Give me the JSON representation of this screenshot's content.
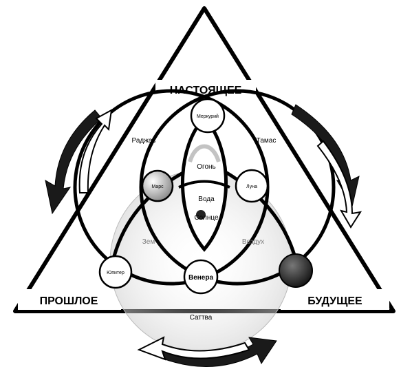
{
  "corners": {
    "top": "НАСТОЯЩЕЕ",
    "left": "ПРОШЛОЕ",
    "right": "БУДУЩЕЕ"
  },
  "gunas": {
    "rajas": "Раджас",
    "tamas": "Тамас",
    "sattva": "Саттва"
  },
  "elements": {
    "fire": "Огонь",
    "water": "Вода",
    "sun": "Солнце",
    "earth": "Зем",
    "air": "Воздух"
  },
  "planets": {
    "mercury": "Меркурий",
    "mars": "Марс",
    "moon": "Луна",
    "jupiter": "Юпитер",
    "venus": "Венера"
  },
  "colors": {
    "ink": "#000000",
    "paper": "#ffffff",
    "shade": "#6f6f6f"
  }
}
